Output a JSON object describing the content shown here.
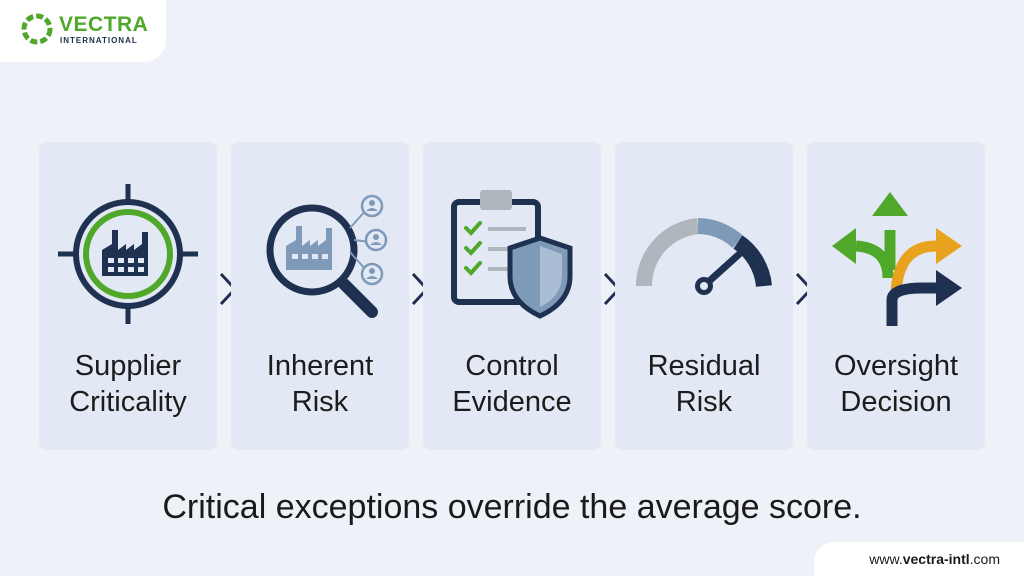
{
  "brand": {
    "name": "VECTRA",
    "tagline": "INTERNATIONAL",
    "url_prefix": "www.",
    "url_main": "vectra-intl",
    "url_suffix": ".com",
    "colors": {
      "green": "#4fa82a",
      "navy": "#1e3150",
      "gray": "#b0b6be",
      "slate": "#7f9ab8",
      "orange": "#e8a21e"
    }
  },
  "steps": [
    {
      "line1": "Supplier",
      "line2": "Criticality",
      "icon": "target-factory-icon"
    },
    {
      "line1": "Inherent",
      "line2": "Risk",
      "icon": "magnifier-factory-icon"
    },
    {
      "line1": "Control",
      "line2": "Evidence",
      "icon": "checklist-shield-icon"
    },
    {
      "line1": "Residual",
      "line2": "Risk",
      "icon": "gauge-icon"
    },
    {
      "line1": "Oversight",
      "line2": "Decision",
      "icon": "branching-arrows-icon"
    }
  ],
  "caption": "Critical exceptions override the average score."
}
